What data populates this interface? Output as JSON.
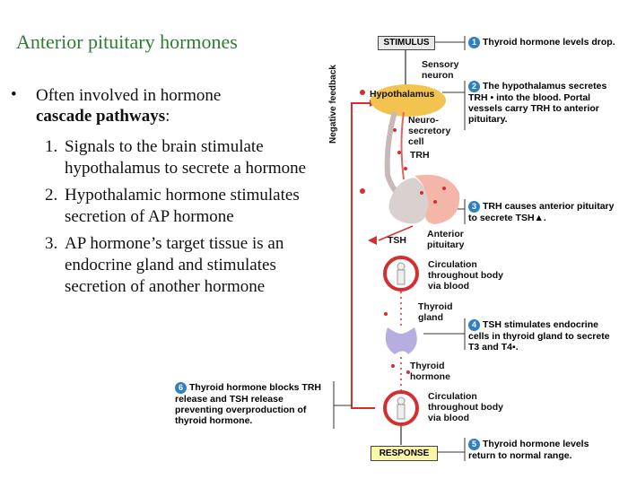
{
  "slide": {
    "title": "Anterior pituitary hormones",
    "bullet_intro": "Often involved in hormone",
    "bullet_bold": "cascade pathways",
    "bullet_colon": ":",
    "steps": [
      {
        "num": "1.",
        "text": "Signals to the brain stimulate hypothalamus to secrete a hormone"
      },
      {
        "num": "2.",
        "text": "Hypothalamic hormone stimulates secretion of AP hormone"
      },
      {
        "num": "3.",
        "text": "AP hormone’s target tissue is an endocrine gland and stimulates secretion of another hormone"
      }
    ]
  },
  "diagram": {
    "stimulus": "STIMULUS",
    "response": "RESPONSE",
    "negative_feedback": "Negative feedback",
    "labels": {
      "sensory_neuron": "Sensory neuron",
      "hypothalamus": "Hypothalamus",
      "neurosecretory_cell": "Neuro- secretory cell",
      "trh": "TRH",
      "tsh": "TSH",
      "anterior_pituitary": "Anterior pituitary",
      "circulation_1": "Circulation throughout body via blood",
      "thyroid_gland": "Thyroid gland",
      "thyroid_hormone": "Thyroid hormone",
      "circulation_2": "Circulation throughout body via blood"
    },
    "callouts": [
      {
        "num": "1",
        "text": "Thyroid hormone levels drop."
      },
      {
        "num": "2",
        "text": "The hypothalamus secretes TRH • into the blood. Portal vessels carry TRH to anterior pituitary."
      },
      {
        "num": "3",
        "text": "TRH causes anterior pituitary to secrete TSH▲."
      },
      {
        "num": "4",
        "text": "TSH stimulates endocrine cells in thyroid gland to secrete T3 and T4▪."
      },
      {
        "num": "5",
        "text": "Thyroid hormone levels return to normal range."
      },
      {
        "num": "6",
        "text": "Thyroid hormone blocks TRH release and TSH release preventing overproduction of thyroid hormone."
      }
    ],
    "colors": {
      "blood": "#d32f2f",
      "badge": "#2f7fc1",
      "hypothalamus": "#f2c44f",
      "thyroid": "#b6aee0",
      "response_box": "#fff6a8"
    }
  }
}
